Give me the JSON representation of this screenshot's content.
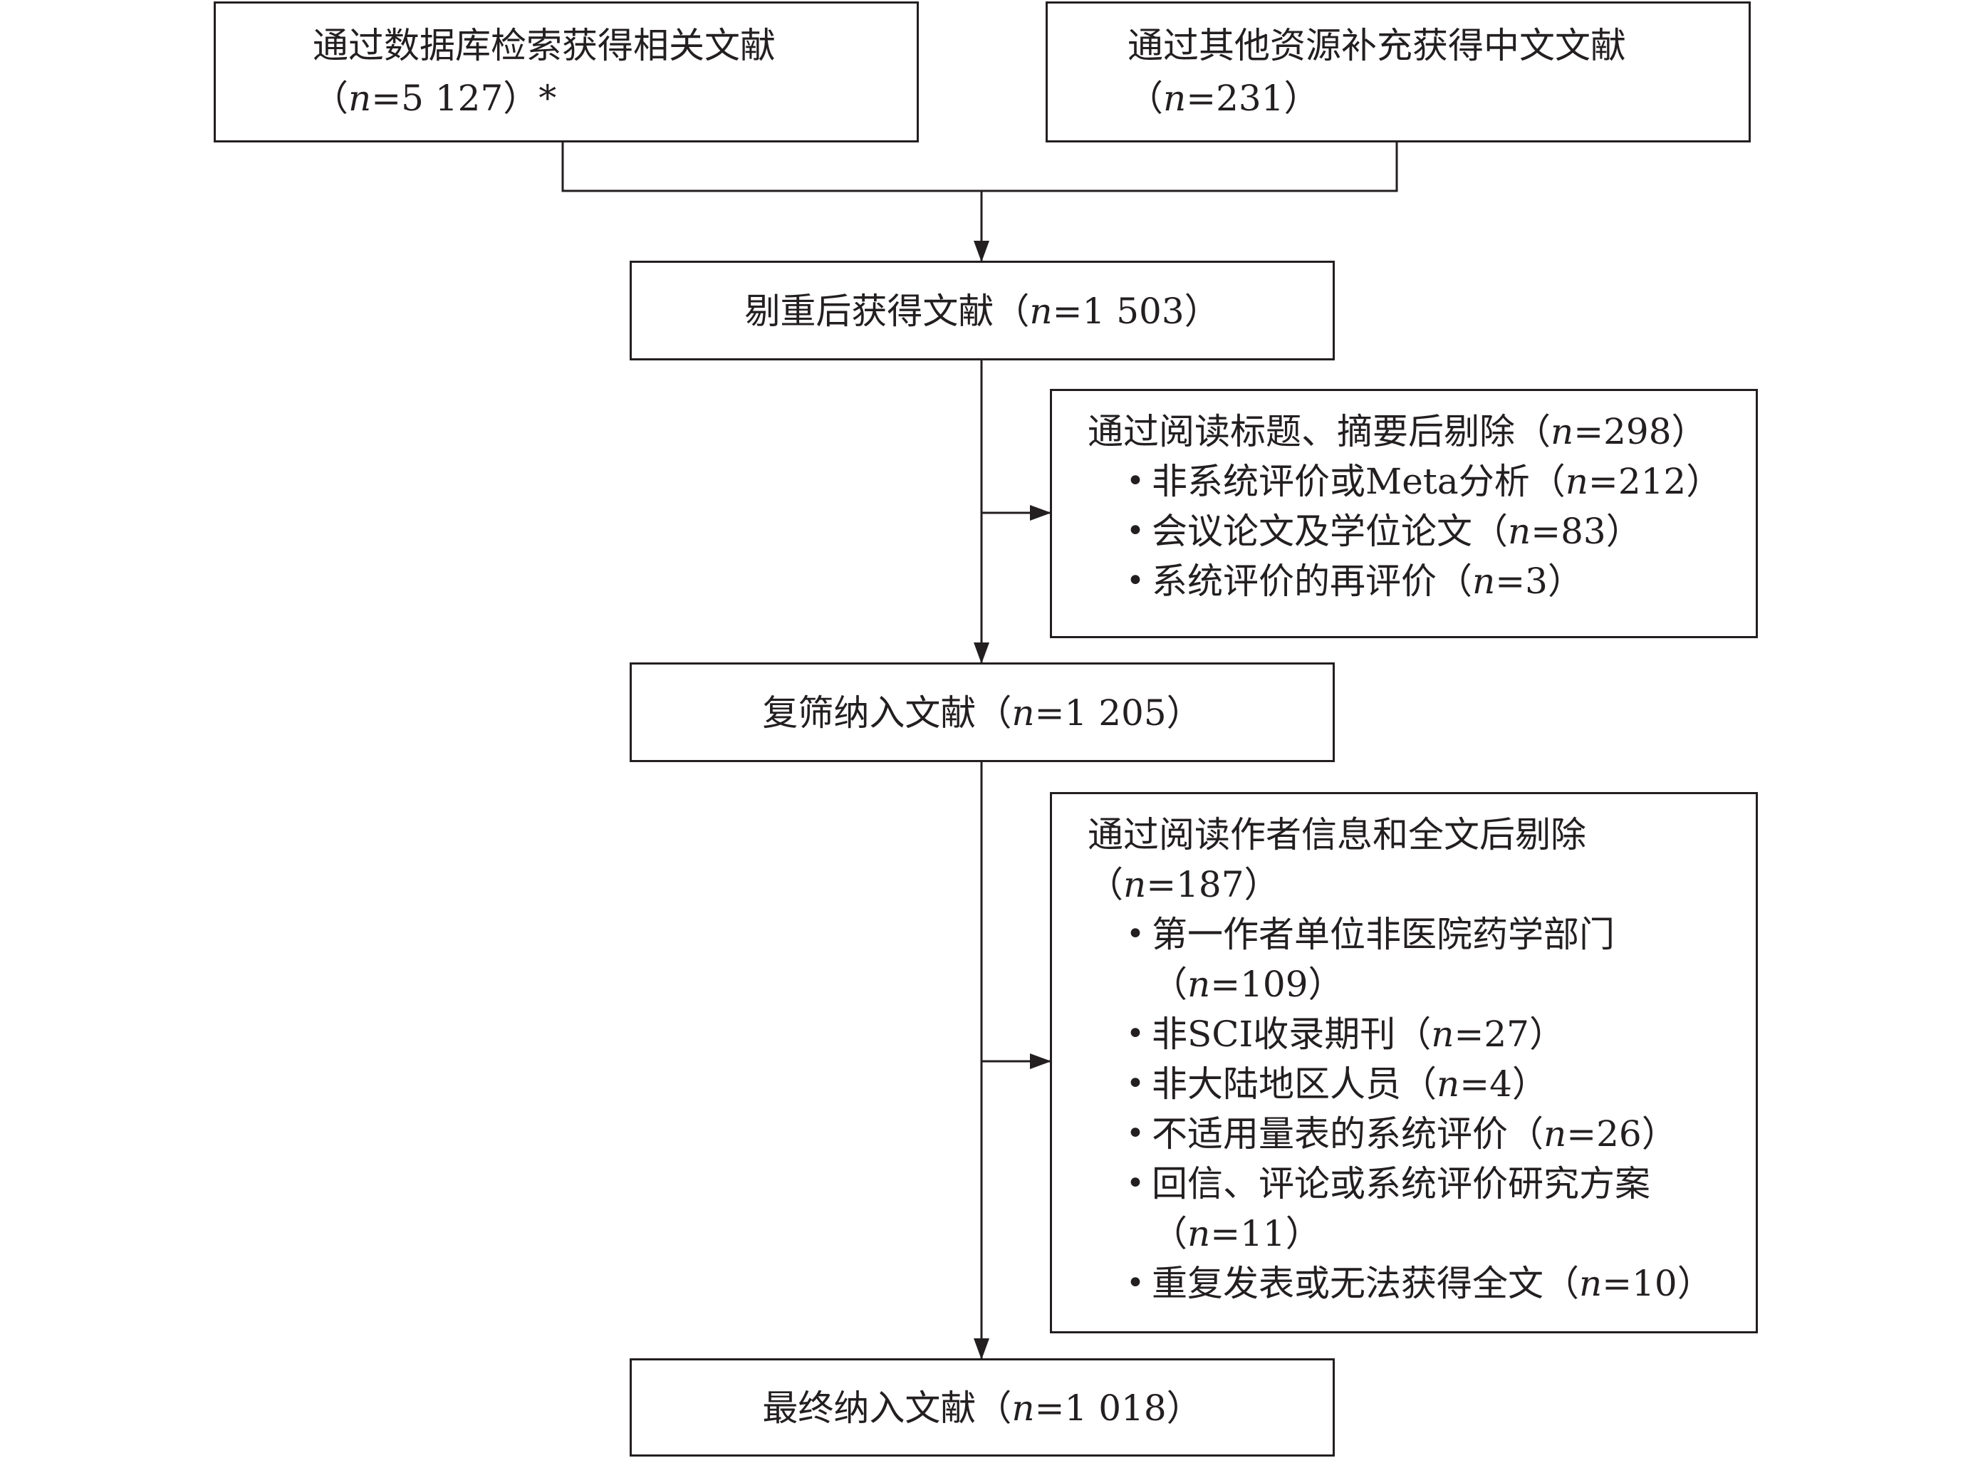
{
  "source_boxes": [
    {
      "title": "通过数据库检索获得相关文献",
      "count": {
        "prefix": "（",
        "variable": "n",
        "equals": "=",
        "value": "5 127",
        "suffix": "）*"
      }
    },
    {
      "title": "通过其他资源补充获得中文文献",
      "count": {
        "prefix": "（",
        "variable": "n",
        "equals": "=",
        "value": "231",
        "suffix": "）"
      }
    }
  ],
  "after_dedup": {
    "title": "剔重后获得文献",
    "count": {
      "prefix": "（",
      "variable": "n",
      "equals": "=",
      "value": "1 503",
      "suffix": "）"
    }
  },
  "exclusion_1": {
    "title": "通过阅读标题、摘要后剔除",
    "count": {
      "prefix": "（",
      "variable": "n",
      "equals": "=",
      "value": "298",
      "suffix": "）"
    },
    "bullet_glyph": "•",
    "items": [
      {
        "label": "非系统评价或Meta分析",
        "count": {
          "prefix": "（",
          "variable": "n",
          "equals": "=",
          "value": "212",
          "suffix": "）"
        }
      },
      {
        "label": "会议论文及学位论文",
        "count": {
          "prefix": "（",
          "variable": "n",
          "equals": "=",
          "value": "83",
          "suffix": "）"
        }
      },
      {
        "label": "系统评价的再评价",
        "count": {
          "prefix": "（",
          "variable": "n",
          "equals": "=",
          "value": "3",
          "suffix": "）"
        }
      }
    ]
  },
  "second_screen": {
    "title": "复筛纳入文献",
    "count": {
      "prefix": "（",
      "variable": "n",
      "equals": "=",
      "value": "1 205",
      "suffix": "）"
    }
  },
  "exclusion_2": {
    "title": "通过阅读作者信息和全文后剔除",
    "count": {
      "prefix": "（",
      "variable": "n",
      "equals": "=",
      "value": "187",
      "suffix": "）"
    },
    "bullet_glyph": "•",
    "items": [
      {
        "label": "第一作者单位非医院药学部门",
        "count": {
          "prefix": "（",
          "variable": "n",
          "equals": "=",
          "value": "109",
          "suffix": "）"
        }
      },
      {
        "label": "非SCI收录期刊",
        "count": {
          "prefix": "（",
          "variable": "n",
          "equals": "=",
          "value": "27",
          "suffix": "）"
        }
      },
      {
        "label": "非大陆地区人员",
        "count": {
          "prefix": "（",
          "variable": "n",
          "equals": "=",
          "value": "4",
          "suffix": "）"
        }
      },
      {
        "label": "不适用量表的系统评价",
        "count": {
          "prefix": "（",
          "variable": "n",
          "equals": "=",
          "value": "26",
          "suffix": "）"
        }
      },
      {
        "label": "回信、评论或系统评价研究方案",
        "count": {
          "prefix": "（",
          "variable": "n",
          "equals": "=",
          "value": "11",
          "suffix": "）"
        }
      },
      {
        "label": "重复发表或无法获得全文",
        "count": {
          "prefix": "（",
          "variable": "n",
          "equals": "=",
          "value": "10",
          "suffix": "）"
        }
      }
    ]
  },
  "final_included": {
    "title": "最终纳入文献",
    "count": {
      "prefix": "（",
      "variable": "n",
      "equals": "=",
      "value": "1 018",
      "suffix": "）"
    }
  },
  "colors": {
    "line": "#231f20",
    "text": "#231f20",
    "background": "#ffffff"
  }
}
